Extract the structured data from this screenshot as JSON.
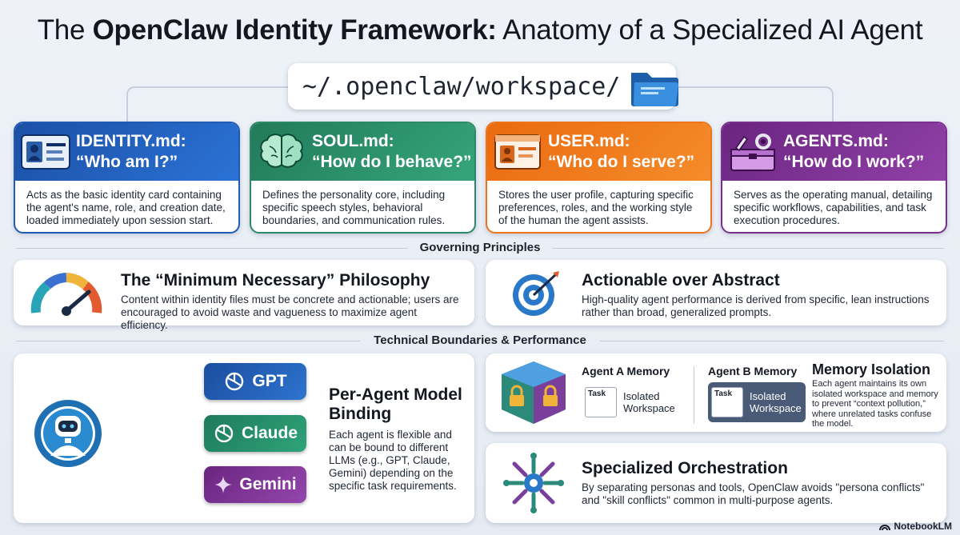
{
  "title": {
    "prefix": "The ",
    "bold": "OpenClaw Identity Framework:",
    "suffix": " Anatomy of a Specialized AI Agent"
  },
  "workspace_path": "~/.openclaw/workspace/",
  "cards": [
    {
      "file": "IDENTITY.md:",
      "question": "“Who am I?”",
      "description": "Acts as the basic identity card containing the agent's name, role, and creation date, loaded immediately upon session start.",
      "color": "#1f5bb5"
    },
    {
      "file": "SOUL.md:",
      "question": "“How do I behave?”",
      "description": "Defines the personality core, including specific speech styles, behavioral boundaries, and communication rules.",
      "color": "#2a8a66"
    },
    {
      "file": "USER.md:",
      "question": "“Who do I serve?”",
      "description": "Stores the user profile, capturing specific preferences, roles, and the working style of the human the agent assists.",
      "color": "#ee7417"
    },
    {
      "file": "AGENTS.md:",
      "question": "“How do I work?”",
      "description": "Serves as the operating manual, detailing specific workflows, capabilities, and task execution procedures.",
      "color": "#7a2f8f"
    }
  ],
  "governing_label": "Governing Principles",
  "principles": [
    {
      "title": "The “Minimum Necessary” Philosophy",
      "text": "Content within identity files must be concrete and actionable; users are encouraged to avoid waste and vagueness to maximize agent efficiency."
    },
    {
      "title": "Actionable over Abstract",
      "text": "High-quality agent performance is derived from specific, lean instructions rather than broad, generalized prompts."
    }
  ],
  "technical_label": "Technical Boundaries & Performance",
  "binding": {
    "title": "Per-Agent Model Binding",
    "text": "Each agent is flexible and can be bound to different LLMs (e.g., GPT, Claude, Gemini) depending on the specific task requirements.",
    "models": [
      "GPT",
      "Claude",
      "Gemini"
    ]
  },
  "memory": {
    "agent_a": "Agent A Memory",
    "agent_b": "Agent B Memory",
    "task_label": "Task",
    "workspace_label": "Isolated Workspace",
    "title": "Memory Isolation",
    "text": "Each agent maintains its own isolated workspace and memory to prevent “context pollution,” where unrelated tasks confuse the model."
  },
  "orchestration": {
    "title": "Specialized Orchestration",
    "text": "By separating personas and tools, OpenClaw avoids \"persona conflicts\" and \"skill conflicts\" common in multi-purpose agents."
  },
  "brand": "NotebookLM"
}
